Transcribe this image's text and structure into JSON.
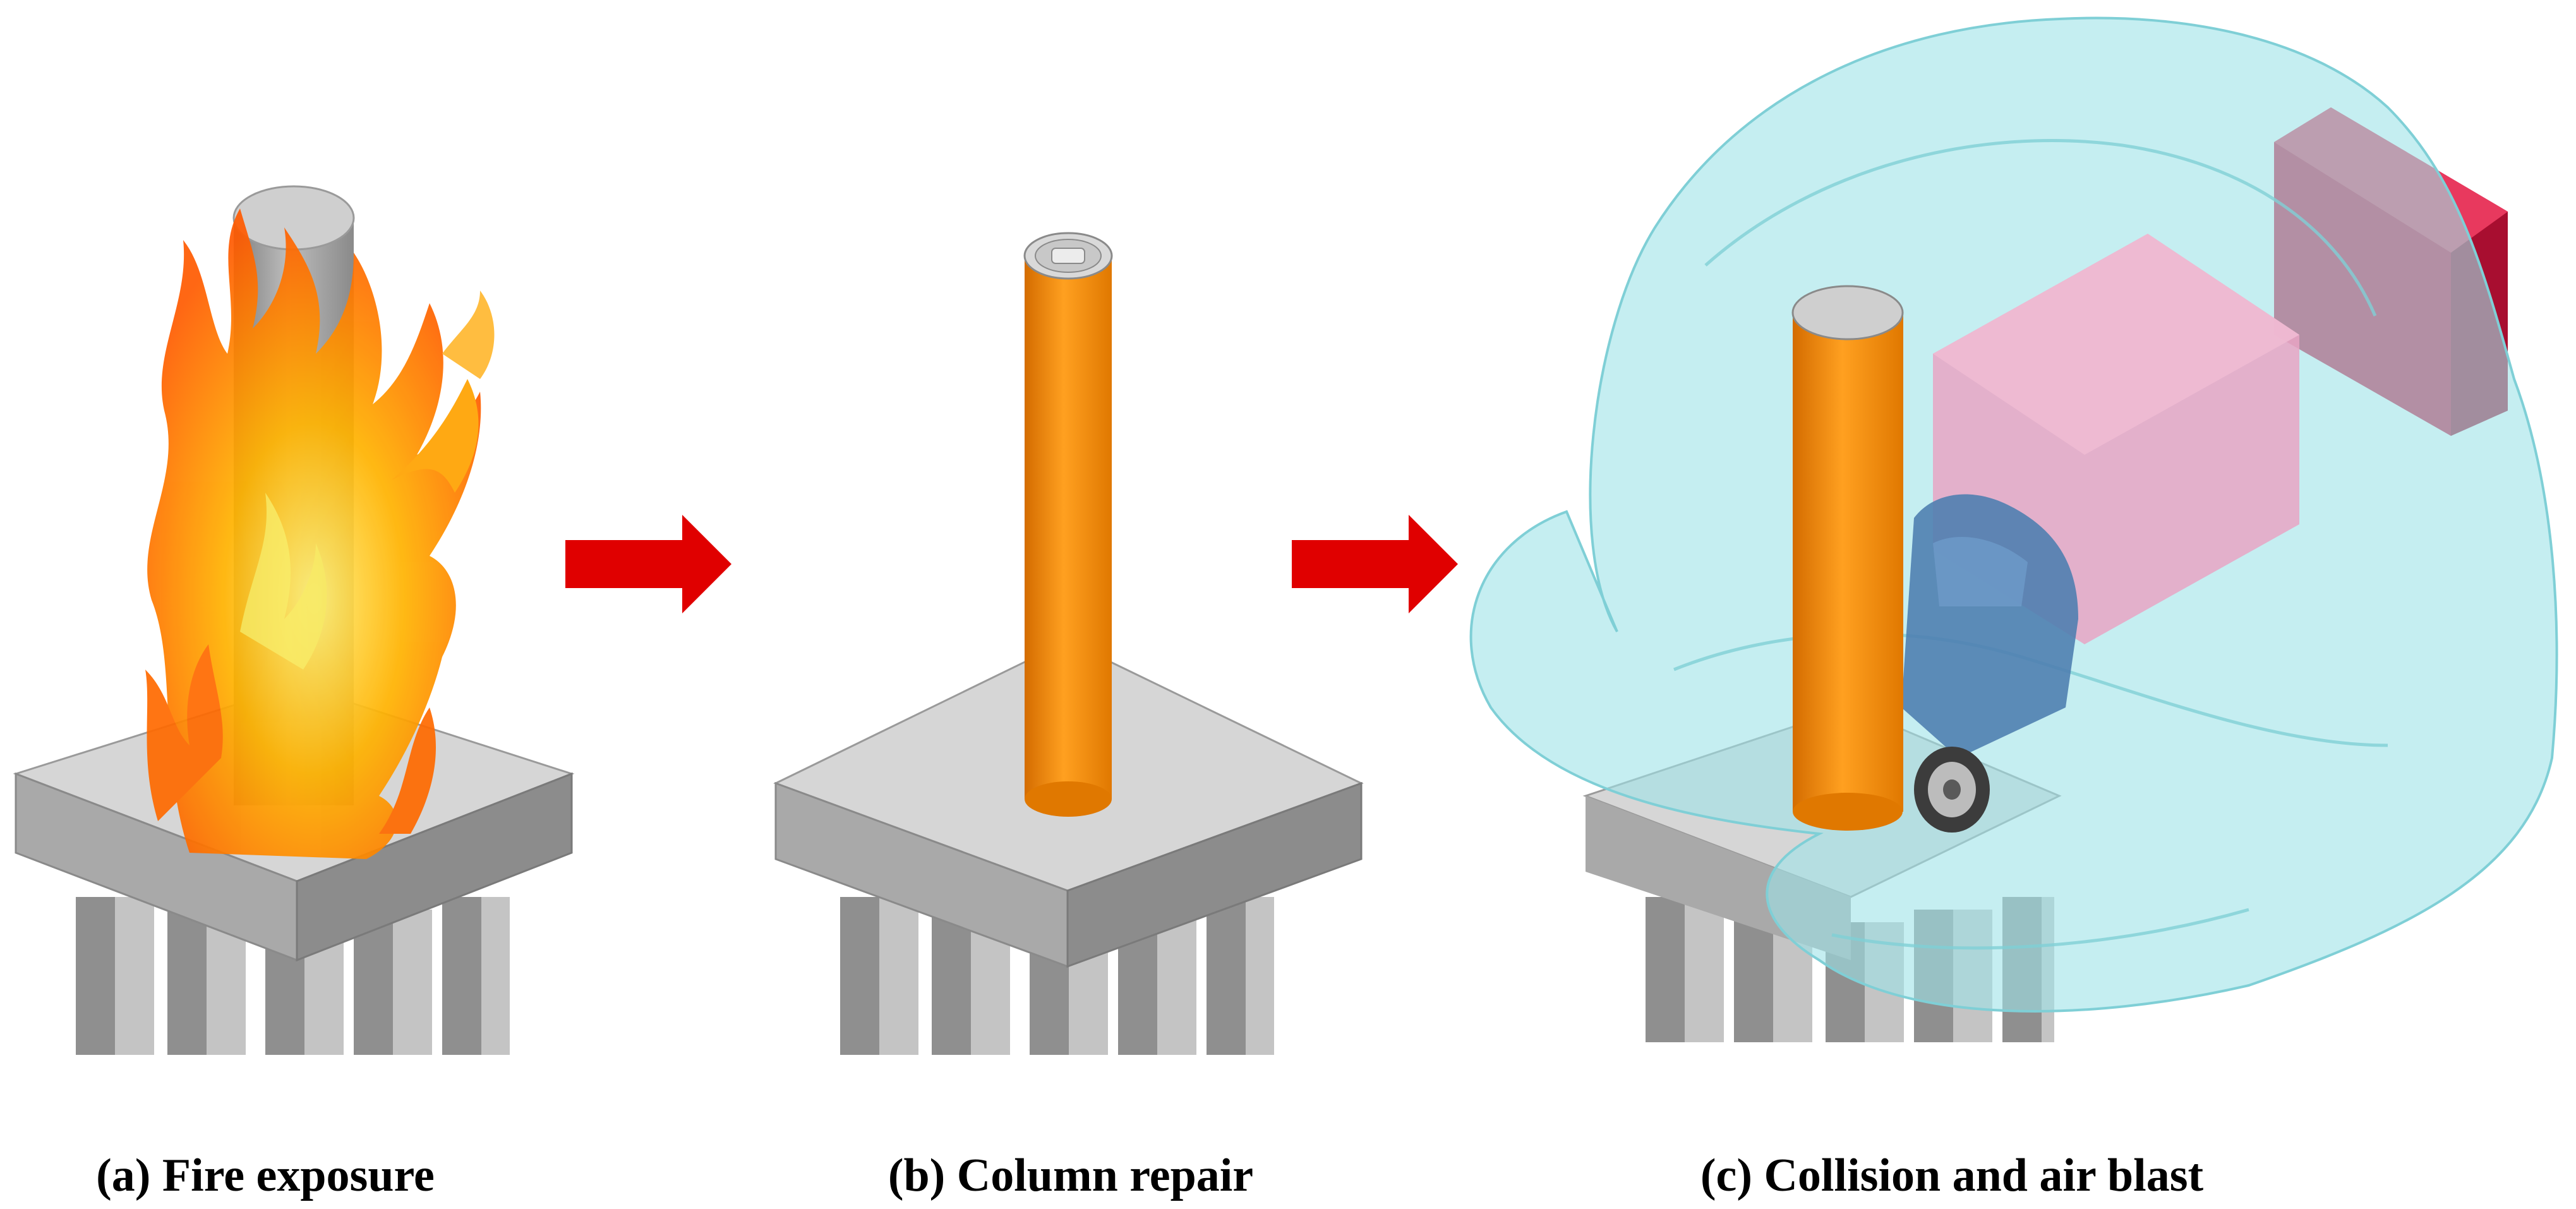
{
  "captions": {
    "a": "(a) Fire exposure",
    "b": "(b) Column repair",
    "c": "(c) Collision and air blast"
  },
  "colors": {
    "arrow": "#e00000",
    "column_repaired": "#f08a10",
    "column_concrete": "#a9a9a9",
    "pile_cap_top": "#d6d6d6",
    "fire": "#ff8c00",
    "blast_envelope": "#9fe3e8",
    "truck_cargo": "#e7a5c4",
    "truck_cab": "#4f7fb0",
    "red_block": "#d3133f"
  }
}
